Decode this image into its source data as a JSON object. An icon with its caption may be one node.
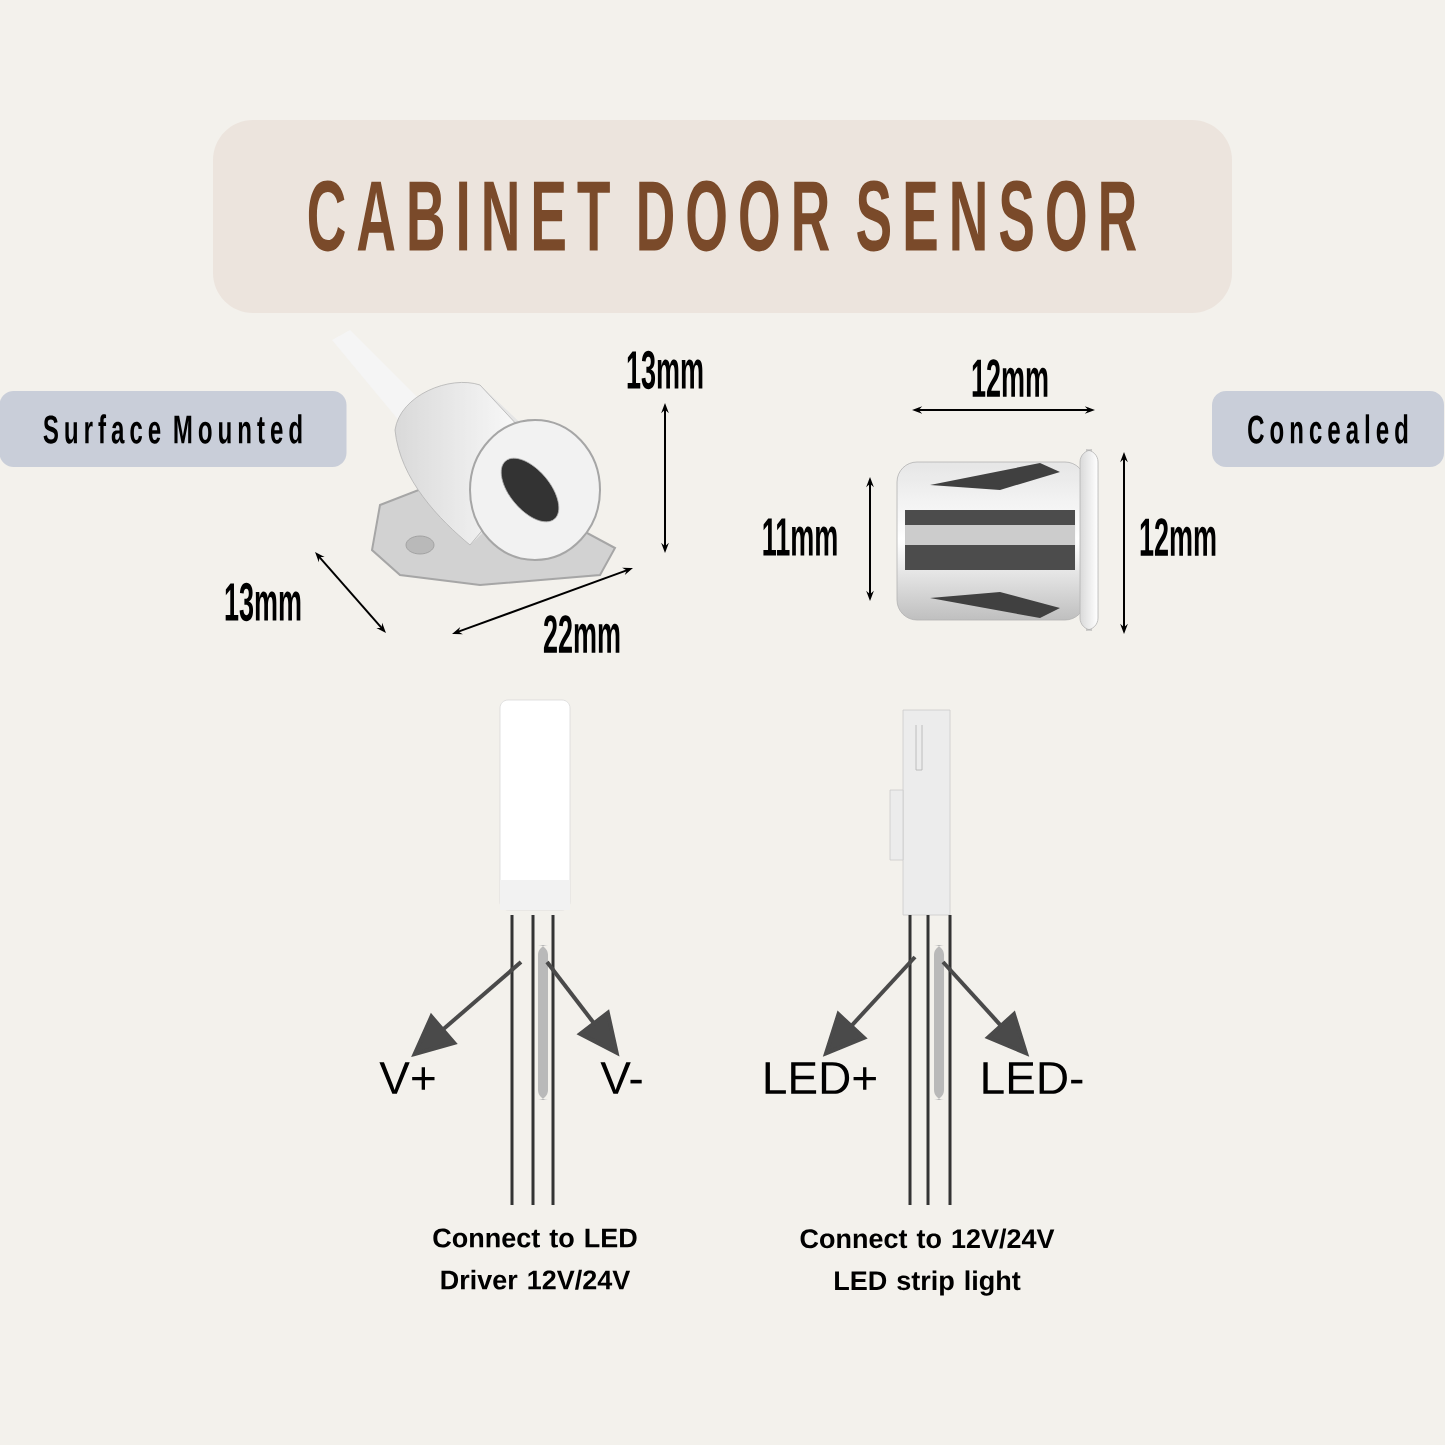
{
  "diagram": {
    "title": "CABINET DOOR SENSOR",
    "nodes": [
      {
        "text": [
          "Surface Mounted"
        ]
      },
      {
        "text": [
          "Concealed"
        ]
      },
      {
        "text": [],
        "shape": "picture"
      },
      {
        "text": [],
        "shape": "picture"
      },
      {
        "text": [],
        "shape": "picture",
        "beside": [
          "Connect to LED Driver 12V/24V"
        ]
      },
      {
        "text": [
          "V+"
        ]
      },
      {
        "text": [
          "V-"
        ]
      },
      {
        "text": [],
        "shape": "picture",
        "beside": [
          "Connect to 12V/24V LED strip light"
        ]
      },
      {
        "text": [
          "LED+"
        ]
      },
      {
        "text": [
          "LED-"
        ]
      }
    ],
    "edges": [
      {
        "from": 4,
        "to": 5,
        "arrow": "to"
      },
      {
        "from": 4,
        "to": 6,
        "arrow": "to"
      },
      {
        "from": 7,
        "to": 8,
        "arrow": "to"
      },
      {
        "from": 7,
        "to": 9,
        "arrow": "to"
      }
    ],
    "labels": [
      "13mm",
      "12mm",
      "11mm",
      "12mm",
      "13mm",
      "22mm"
    ]
  }
}
